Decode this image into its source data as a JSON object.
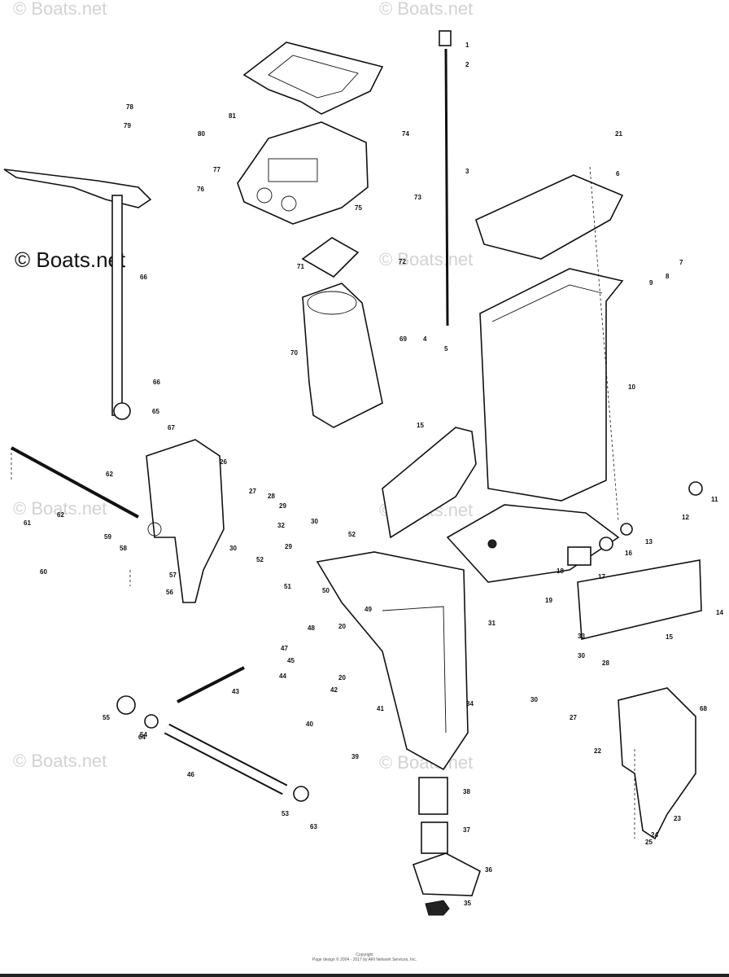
{
  "watermarks": {
    "faint": "© Boats.net",
    "dark": "© Boats.net"
  },
  "footer": {
    "line1": "Copyright",
    "line2": "Page design © 2004 - 2017 by ARI Network Services, Inc."
  },
  "part_labels": [
    "1",
    "2",
    "3",
    "4",
    "5",
    "6",
    "7",
    "8",
    "9",
    "10",
    "11",
    "12",
    "13",
    "14",
    "15",
    "15",
    "16",
    "17",
    "18",
    "19",
    "20",
    "20",
    "21",
    "22",
    "23",
    "24",
    "25",
    "26",
    "27",
    "27",
    "28",
    "28",
    "29",
    "29",
    "30",
    "30",
    "30",
    "30",
    "31",
    "32",
    "33",
    "34",
    "35",
    "36",
    "37",
    "38",
    "39",
    "40",
    "41",
    "42",
    "43",
    "44",
    "45",
    "46",
    "47",
    "48",
    "49",
    "50",
    "51",
    "52",
    "52",
    "53",
    "54",
    "55",
    "56",
    "57",
    "58",
    "59",
    "60",
    "61",
    "62",
    "62",
    "63",
    "64",
    "65",
    "66",
    "66",
    "67",
    "68",
    "69",
    "70",
    "71",
    "72",
    "73",
    "74",
    "75",
    "76",
    "77",
    "78",
    "79",
    "80",
    "81"
  ],
  "colors": {
    "ink": "#111111",
    "watermark": "#d2d2d2"
  }
}
